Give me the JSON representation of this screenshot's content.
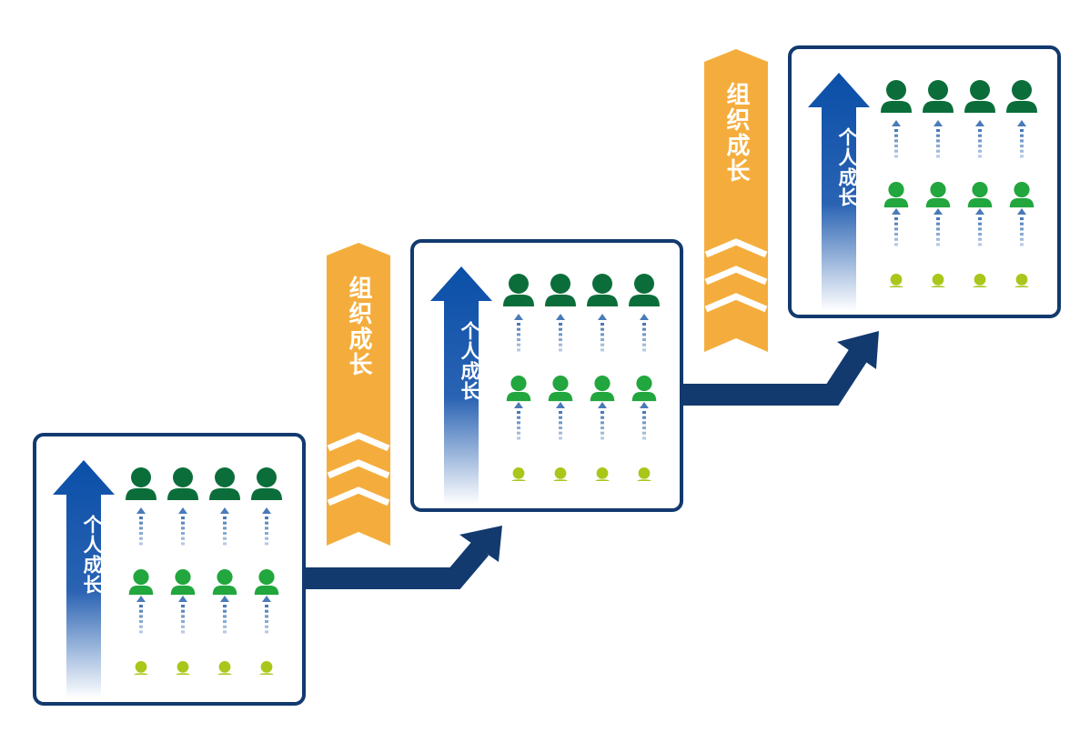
{
  "personal_growth_label": "个人成长",
  "org_growth_label": "组织成长",
  "colors": {
    "border": "#123a6e",
    "step_arrow": "#123a6e",
    "personal_arrow_top": "#0a4fa8",
    "personal_arrow_bottom": "#ffffff",
    "org_band": "#f4ad3d",
    "person_senior": "#0b6e3a",
    "person_mid": "#22a63e",
    "person_junior": "#a8c71a",
    "dotted_arrow": "#4a7ab8"
  },
  "stages": [
    {
      "personal_label": "个人成长"
    },
    {
      "personal_label": "个人成长"
    },
    {
      "personal_label": "个人成长"
    }
  ],
  "org_bands": [
    {
      "label": "组织成长"
    },
    {
      "label": "组织成长"
    }
  ]
}
